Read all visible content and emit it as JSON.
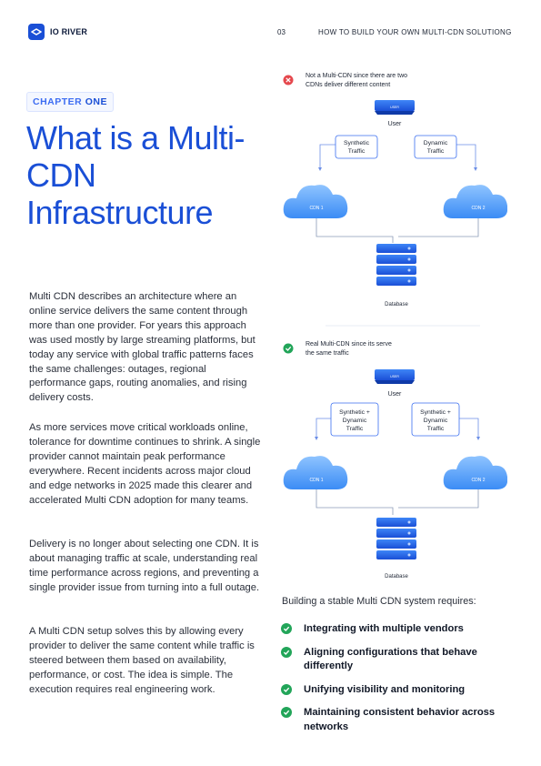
{
  "header": {
    "brand": "IO RIVER",
    "page_number": "03",
    "doc_title": "HOW TO BUILD YOUR OWN MULTI-CDN SOLUTIONG"
  },
  "chapter": {
    "label_part1": "CHAPTER",
    "label_part2": "ONE",
    "title": "What is a Multi-CDN Infrastructure"
  },
  "body": {
    "paragraphs": [
      "Multi CDN describes an architecture where an online service delivers the same content through more than one provider. For years this approach was used mostly by large streaming platforms, but today any service with global traffic patterns faces the same challenges: outages, regional performance gaps, routing anomalies, and rising delivery costs.",
      "As more services move critical workloads online, tolerance for downtime continues to shrink. A single provider cannot maintain peak performance everywhere. Recent incidents across major cloud and edge networks in 2025 made this clearer and accelerated Multi CDN adoption for many teams.",
      "Delivery is no longer about selecting one CDN. It is about managing traffic at scale, understanding real time performance across regions, and preventing a single provider issue from turning into a full outage.",
      "A Multi CDN setup solves this by allowing every provider to deliver the same content while traffic is steered between them based on availability, performance, or cost. The idea is simple. The execution requires real engineering work."
    ]
  },
  "diagram_top": {
    "note_line1": "Not a Multi-CDN since there are two",
    "note_line2": "CDNs deliver different content",
    "user_tag": "USER",
    "user_label": "User",
    "left_box_line1": "Synthetic",
    "left_box_line2": "Traffic",
    "right_box_line1": "Dynamic",
    "right_box_line2": "Traffic",
    "cdn1": "CDN 1",
    "cdn2": "CDN 2",
    "db_label": "Database"
  },
  "diagram_bottom": {
    "note_line1": "Real Multi-CDN since its serve",
    "note_line2": "the same traffic",
    "user_tag": "USER",
    "user_label": "User",
    "left_box_line1": "Synthetic +",
    "left_box_line2": "Dynamic",
    "left_box_line3": "Traffic",
    "right_box_line1": "Synthetic +",
    "right_box_line2": "Dynamic",
    "right_box_line3": "Traffic",
    "cdn1": "CDN 1",
    "cdn2": "CDN 2",
    "db_label": "Database"
  },
  "requirements": {
    "intro": "Building a stable Multi CDN system requires:",
    "items": [
      "Integrating with multiple vendors",
      "Aligning configurations that behave differently",
      "Unifying visibility and monitoring",
      "Maintaining consistent behavior across networks"
    ]
  },
  "colors": {
    "brand_blue": "#1a4fd6",
    "cross_red": "#e5484d",
    "check_green": "#22a559"
  }
}
